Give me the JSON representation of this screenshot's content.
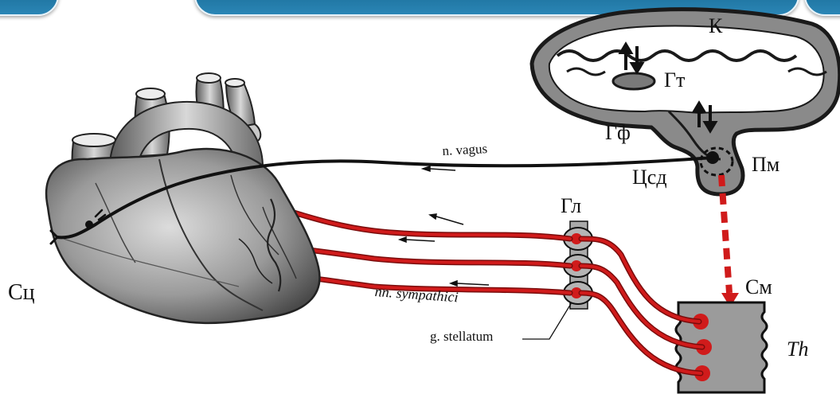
{
  "labels": {
    "cortex": "К",
    "hypothalamus": "Гт",
    "pituitary": "Гф",
    "medulla": "Пм",
    "cardio_center": "Цсд",
    "ganglion": "Гл",
    "heart": "Сц",
    "spinal_cord": "См",
    "thoracic": "Th",
    "vagus": "n. vagus",
    "sympathetic": "nn. sympathici",
    "stellate": "g. stellatum"
  },
  "colors": {
    "nerve_red": "#d01b1b",
    "nerve_dark": "#7a0c0c",
    "vagus_black": "#111111",
    "brain_gray": "#8a8a8a",
    "spinal_gray": "#9b9b9b",
    "header_blue": "#2180b0"
  }
}
